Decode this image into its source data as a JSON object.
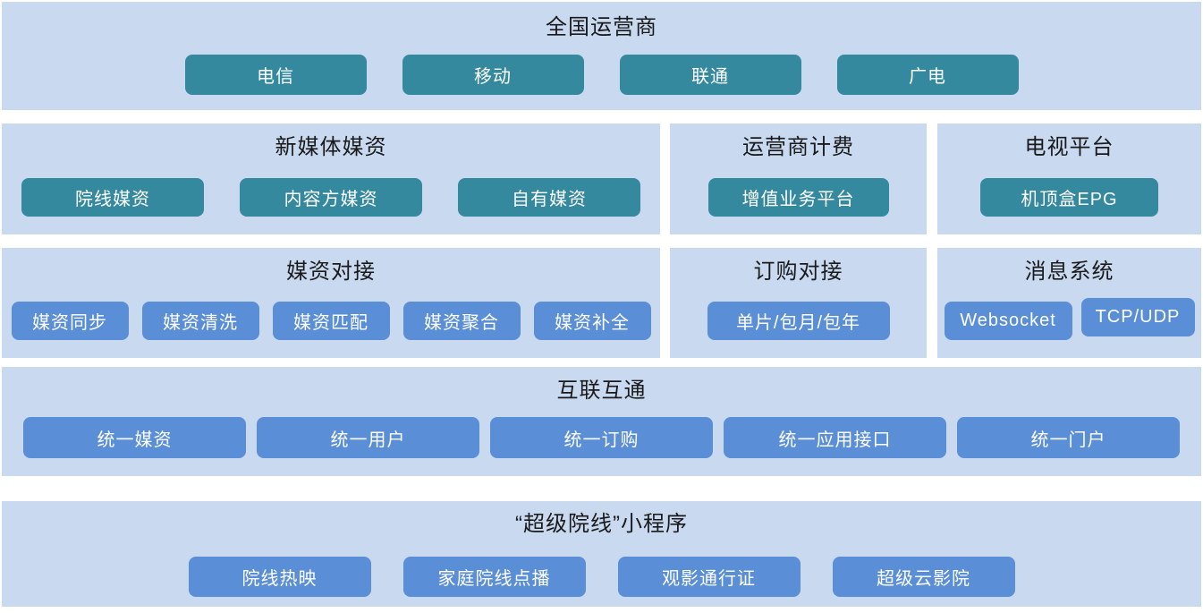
{
  "colors": {
    "panel_bg": "#c8d9f0",
    "teal_button": "#35899e",
    "blue_button": "#5a8ed6",
    "title_text": "#1a1a1a",
    "button_text": "#ffffff",
    "page_bg": "#ffffff"
  },
  "sections": {
    "operators": {
      "title": "全国运营商",
      "buttons": [
        "电信",
        "移动",
        "联通",
        "广电"
      ]
    },
    "new_media": {
      "title": "新媒体媒资",
      "buttons": [
        "院线媒资",
        "内容方媒资",
        "自有媒资"
      ]
    },
    "billing": {
      "title": "运营商计费",
      "buttons": [
        "增值业务平台"
      ]
    },
    "tv_platform": {
      "title": "电视平台",
      "buttons": [
        "机顶盒EPG"
      ]
    },
    "media_integration": {
      "title": "媒资对接",
      "buttons": [
        "媒资同步",
        "媒资清洗",
        "媒资匹配",
        "媒资聚合",
        "媒资补全"
      ]
    },
    "order_integration": {
      "title": "订购对接",
      "buttons": [
        "单片/包月/包年"
      ]
    },
    "message_system": {
      "title": "消息系统",
      "buttons": [
        "Websocket",
        "TCP/UDP"
      ]
    },
    "interconnection": {
      "title": "互联互通",
      "buttons": [
        "统一媒资",
        "统一用户",
        "统一订购",
        "统一应用接口",
        "统一门户"
      ]
    },
    "mini_program": {
      "title": "“超级院线”小程序",
      "buttons": [
        "院线热映",
        "家庭院线点播",
        "观影通行证",
        "超级云影院"
      ]
    }
  }
}
